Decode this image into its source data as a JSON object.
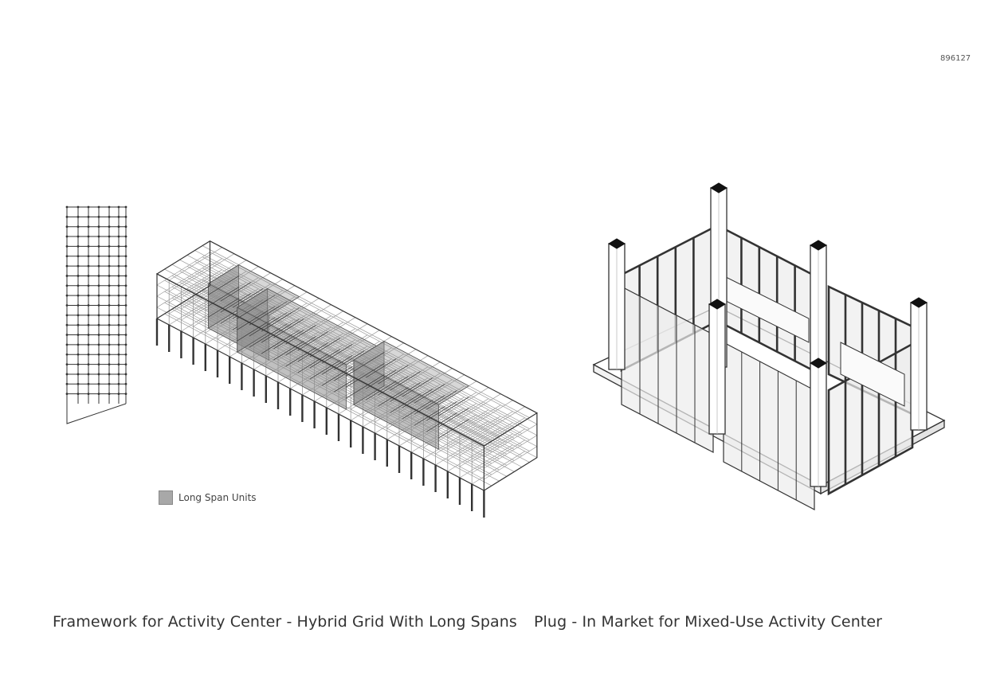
{
  "sheet": {
    "id": "896127"
  },
  "captions": {
    "left": "Framework for Activity Center - Hybrid Grid With Long Spans",
    "right": "Plug - In Market for Mixed-Use Activity Center"
  },
  "legend": {
    "label": "Long Span Units",
    "swatch_color": "#a8a8a8"
  },
  "colors": {
    "line": "#333333",
    "light_line": "#9a9a9a",
    "long_span_fill": "#8c8c8c",
    "column_cap": "#111111",
    "glass": "#ececec"
  }
}
